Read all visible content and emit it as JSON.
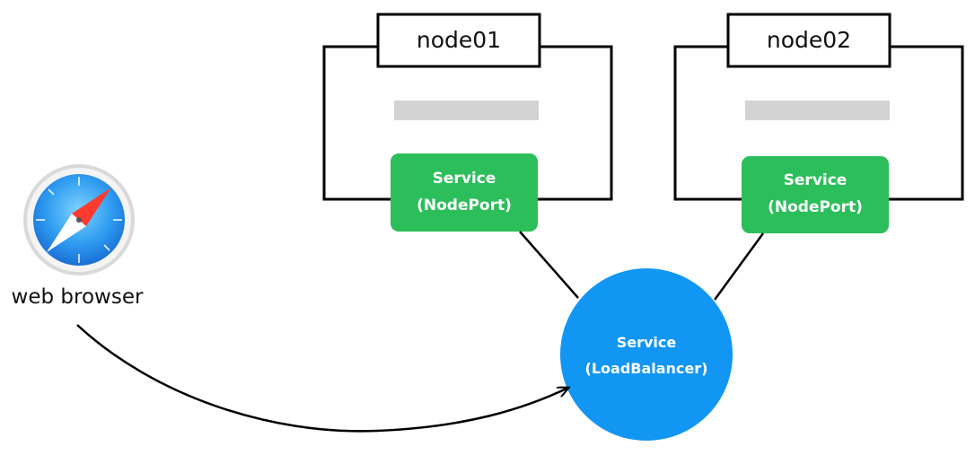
{
  "nodes": [
    {
      "name": "node01",
      "service_line1": "Service",
      "service_line2": "(NodePort)"
    },
    {
      "name": "node02",
      "service_line1": "Service",
      "service_line2": "(NodePort)"
    }
  ],
  "load_balancer": {
    "line1": "Service",
    "line2": "(LoadBalancer)"
  },
  "client": {
    "label": "web browser",
    "icon": "compass-browser-icon"
  },
  "colors": {
    "nodeport_green": "#2dbe5c",
    "loadbalancer_blue": "#1296f3",
    "placeholder_gray": "#d3d3d3",
    "stroke": "#000000"
  }
}
